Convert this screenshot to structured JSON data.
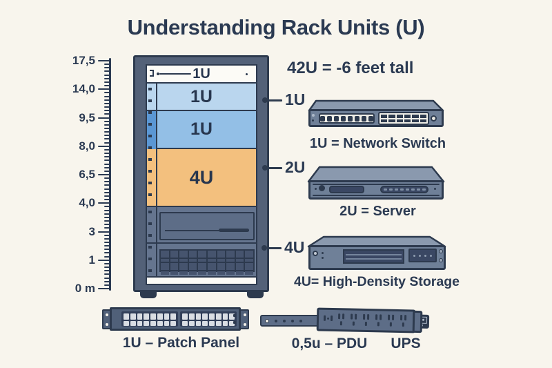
{
  "title": "Understanding Rack Units (U)",
  "ruler": {
    "unit_labels": [
      "17,5",
      "14,0",
      "9,5",
      "8,0",
      "6,5",
      "4,0",
      "3",
      "1",
      "0 m"
    ]
  },
  "rack": {
    "slots": [
      {
        "label": "1U"
      },
      {
        "label": "1U"
      },
      {
        "label": "1U"
      },
      {
        "label": "4U"
      }
    ]
  },
  "annotation": {
    "rack_height": "42U = -6 feet tall"
  },
  "callouts": [
    {
      "label": "1U"
    },
    {
      "label": "2U"
    },
    {
      "label": "4U"
    }
  ],
  "devices": {
    "switch": {
      "caption": "1U = Network Switch"
    },
    "server": {
      "caption": "2U = Server"
    },
    "storage": {
      "caption": "4U= High-Density Storage"
    },
    "patch_panel": {
      "caption": "1U – Patch Panel"
    },
    "pdu": {
      "caption": "0,5u – PDU"
    },
    "ups": {
      "caption": "UPS"
    }
  },
  "colors": {
    "background": "#f8f5ed",
    "navy_text": "#2b3a52",
    "outline": "#2d3a4e",
    "rack_frame": "#536178",
    "slot_blue_light": "#bad6ee",
    "slot_blue": "#93bfe6",
    "slot_orange": "#f3c07e",
    "device_front": "#6f8098",
    "device_top": "#8a99ae"
  }
}
